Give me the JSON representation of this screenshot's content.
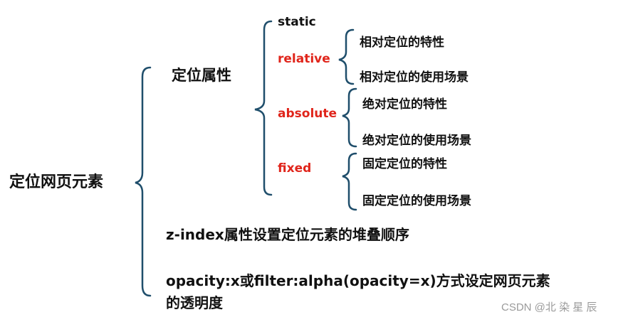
{
  "diagram": {
    "root": "定位网页元素",
    "section_position": "定位属性",
    "position_values": {
      "static": "static",
      "relative": "relative",
      "absolute": "absolute",
      "fixed": "fixed"
    },
    "relative_items": [
      "相对定位的特性",
      "相对定位的使用场景"
    ],
    "absolute_items": [
      "绝对定位的特性",
      "绝对定位的使用场景"
    ],
    "fixed_items": [
      "固定定位的特性",
      "固定定位的使用场景"
    ],
    "z_index": "z-index属性设置定位元素的堆叠顺序",
    "opacity_line1": "opacity:x或filter:alpha(opacity=x)方式设定网页元素",
    "opacity_line2": "的透明度",
    "colors": {
      "text": "#111111",
      "keyword": "#e0251b",
      "bracket": "#1f4e6b"
    }
  },
  "watermark": "CSDN @北 染 星 辰"
}
